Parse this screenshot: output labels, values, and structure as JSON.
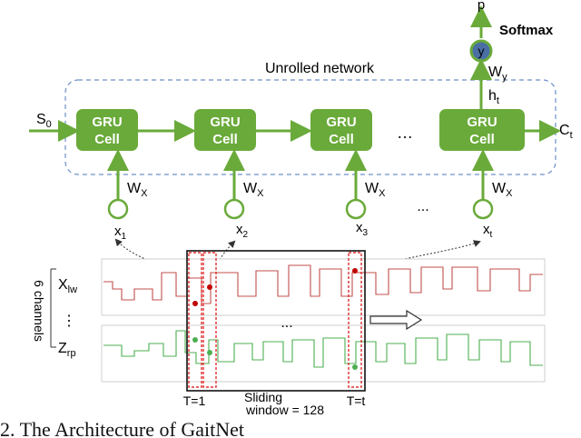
{
  "title": "Unrolled network",
  "softmax": "Softmax",
  "output_p": "p",
  "output_y": "y",
  "label_wy": "W",
  "label_wy_sub": "y",
  "label_ht": "h",
  "label_ht_sub": "t",
  "initial_state": "S",
  "initial_state_sub": "0",
  "final_state": "C",
  "final_state_sub": "t",
  "cell_line1": "GRU",
  "cell_line2": "Cell",
  "weight_x": "W",
  "weight_x_sub": "X",
  "ellipsis": "…",
  "ellipsis_mid": "...",
  "inputs": [
    {
      "name": "x",
      "sub": "1"
    },
    {
      "name": "x",
      "sub": "2"
    },
    {
      "name": "x",
      "sub": "3"
    },
    {
      "name": "x",
      "sub": "t"
    }
  ],
  "channels_label": "6 channels",
  "channel_top": "X",
  "channel_top_sub": "lw",
  "channel_bottom": "Z",
  "channel_bottom_sub": "rp",
  "channel_dots": "⋮",
  "t1_label": "T=1",
  "tt_label": "T=t",
  "sliding_line1": "Sliding",
  "sliding_line2": "window = 128",
  "caption": "2.  The Architecture of GaitNet",
  "colors": {
    "cell_green": "#6aaa3a",
    "red_signal": "#c0504d",
    "green_signal": "#4caf50",
    "window_red": "#e03030"
  }
}
